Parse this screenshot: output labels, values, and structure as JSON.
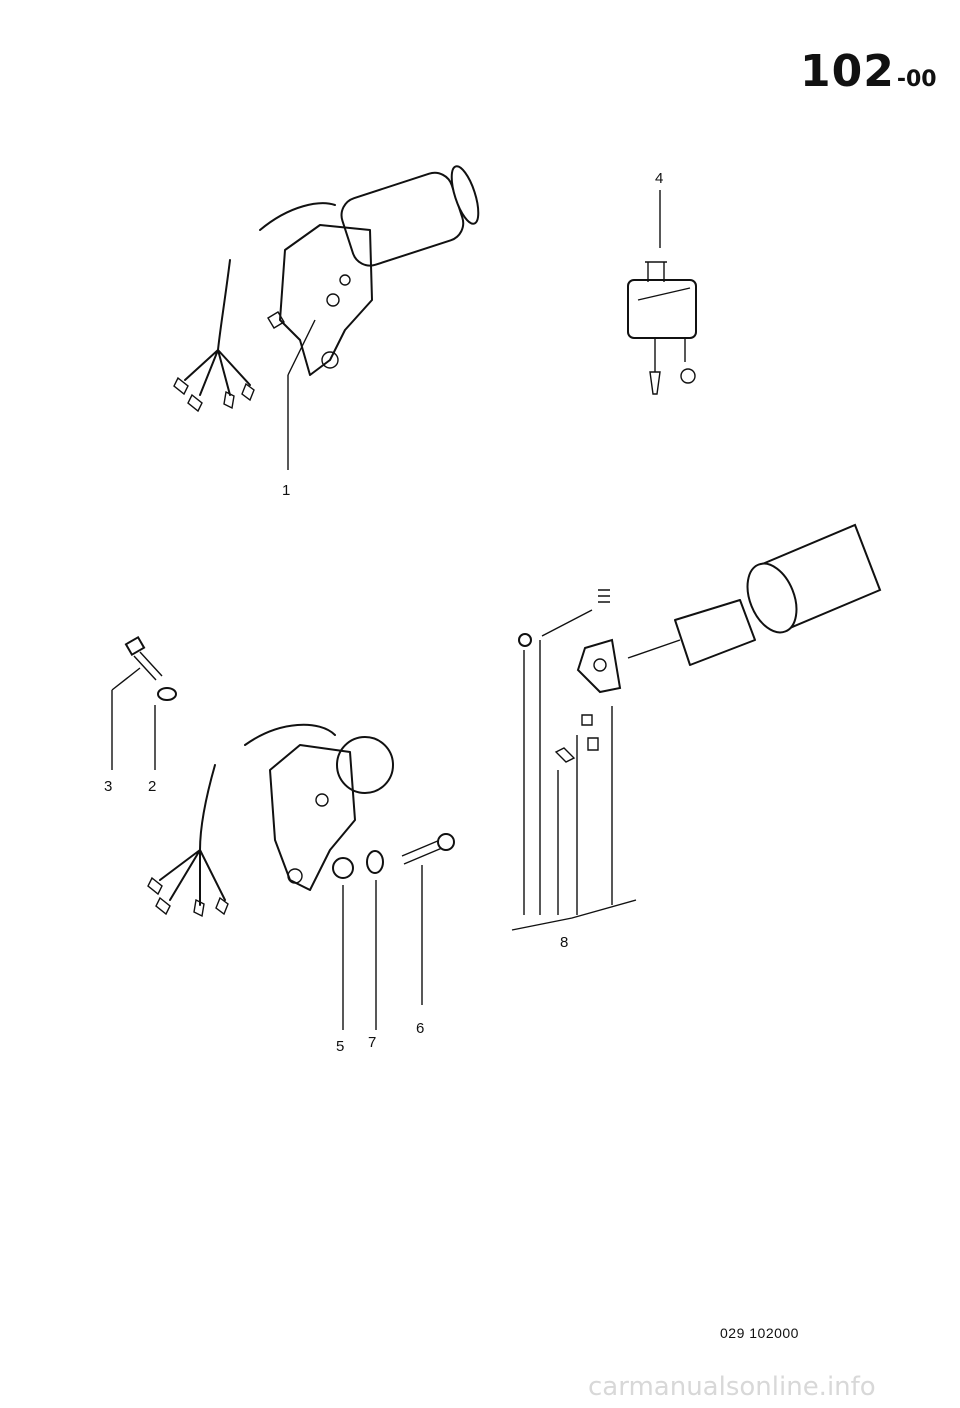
{
  "header": {
    "page_main": "102",
    "page_sub": "00"
  },
  "callouts": [
    {
      "id": "1",
      "label": "1"
    },
    {
      "id": "2",
      "label": "2"
    },
    {
      "id": "3",
      "label": "3"
    },
    {
      "id": "4",
      "label": "4"
    },
    {
      "id": "5",
      "label": "5"
    },
    {
      "id": "6",
      "label": "6"
    },
    {
      "id": "7",
      "label": "7"
    },
    {
      "id": "8",
      "label": "8"
    }
  ],
  "footer": {
    "ref_code": "029  102000"
  },
  "watermark": "carmanualsonline.info"
}
